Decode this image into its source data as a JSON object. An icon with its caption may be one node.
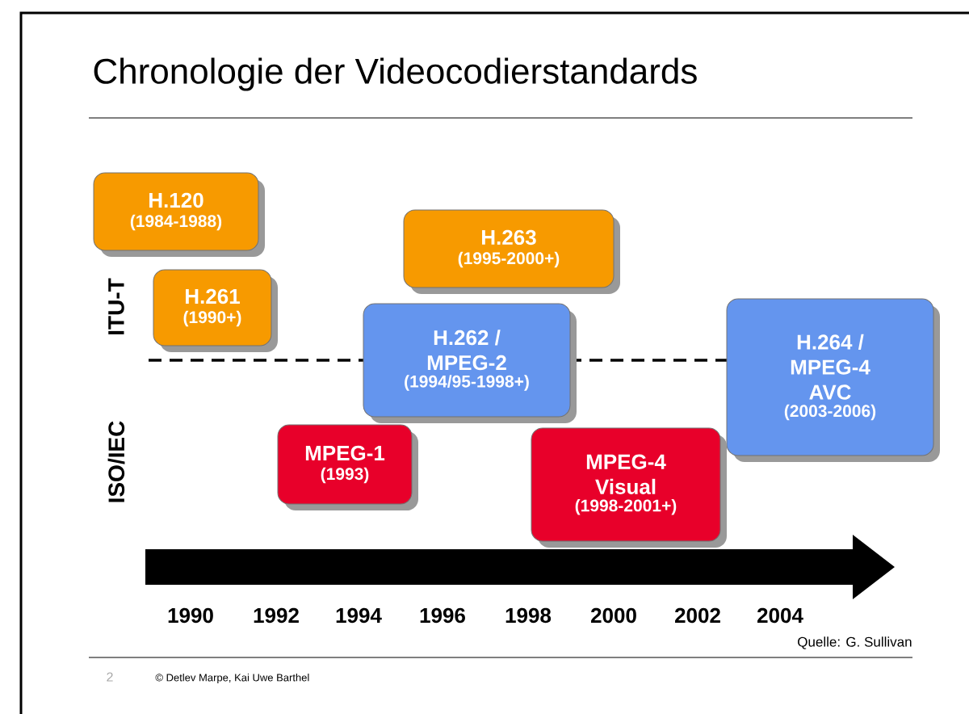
{
  "diagram": {
    "title": "Chronologie der Videocodierstandards",
    "nodes": [
      {
        "text": [
          "H.120",
          "(1984-1988)"
        ]
      },
      {
        "text": [
          "H.261",
          "(1990+)"
        ]
      },
      {
        "text": [
          "H.263",
          "(1995-2000+)"
        ]
      },
      {
        "text": [
          "H.262 / MPEG-2",
          "(1994/95-1998+)"
        ]
      },
      {
        "text": [
          "H.264 / MPEG-4 AVC",
          "(2003-2006)"
        ]
      },
      {
        "text": [
          "MPEG-1",
          "(1993)"
        ]
      },
      {
        "text": [
          "MPEG-4 Visual",
          "(1998-2001+)"
        ]
      }
    ],
    "labels": [
      "ITU-T",
      "ISO/IEC",
      "1990",
      "1992",
      "1994",
      "1996",
      "1998",
      "2000",
      "2002",
      "2004",
      "Quelle: G. Sullivan",
      "2",
      "© Detlev Marpe, Kai Uwe Barthel"
    ]
  }
}
